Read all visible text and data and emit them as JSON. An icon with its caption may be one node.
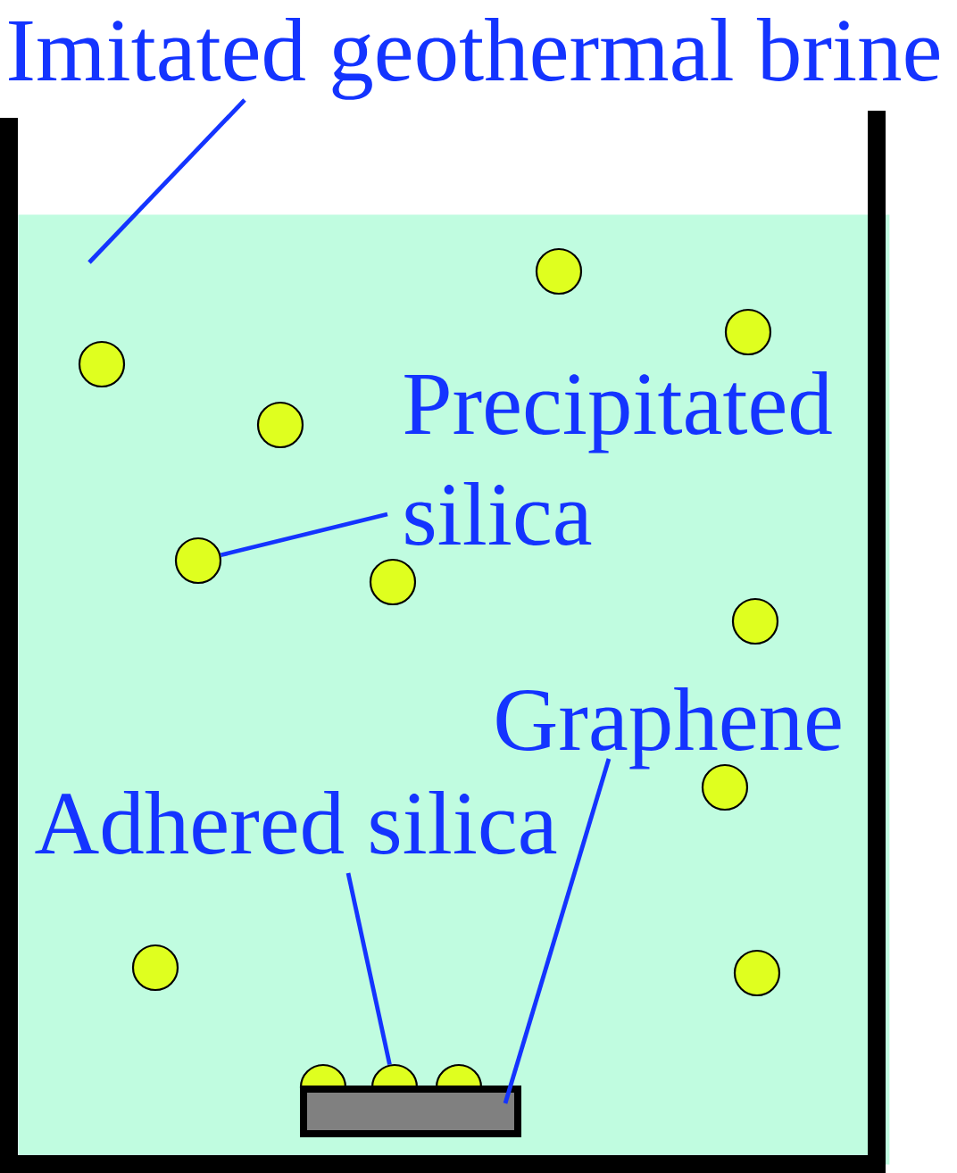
{
  "diagram": {
    "nodes": [
      {
        "text": [
          "Imitated geothermal brine"
        ]
      },
      {
        "text": [],
        "shape": "box"
      },
      {
        "text": [],
        "shape": "circle",
        "in": 1
      },
      {
        "text": [],
        "shape": "circle",
        "in": 1
      },
      {
        "text": [],
        "shape": "circle",
        "in": 1
      },
      {
        "text": [
          "Precipitated silica"
        ],
        "in": 1
      },
      {
        "text": [],
        "shape": "circle",
        "in": 1
      },
      {
        "text": [],
        "shape": "circle",
        "in": 1
      },
      {
        "text": [],
        "shape": "circle",
        "in": 1
      },
      {
        "text": [],
        "shape": "circle",
        "in": 1
      },
      {
        "text": [
          "Graphene"
        ],
        "in": 1
      },
      {
        "text": [],
        "shape": "circle",
        "in": 1
      },
      {
        "text": [
          "Adhered silica"
        ],
        "in": 1
      },
      {
        "text": [],
        "shape": "circle",
        "in": 1
      },
      {
        "text": [],
        "shape": "circle",
        "in": 1
      },
      {
        "text": [],
        "shape": "circle",
        "in": 1
      },
      {
        "text": [],
        "shape": "circle",
        "in": 1
      },
      {
        "text": [],
        "shape": "circle",
        "in": 1
      },
      {
        "text": [],
        "shape": "bar",
        "in": 1
      }
    ],
    "edges": [
      {
        "from": 0,
        "to": 1,
        "arrow": "none"
      },
      {
        "from": 5,
        "to": 7,
        "arrow": "none"
      },
      {
        "from": 12,
        "to": 16,
        "arrow": "none"
      },
      {
        "from": 10,
        "to": 18,
        "arrow": "none"
      }
    ]
  }
}
